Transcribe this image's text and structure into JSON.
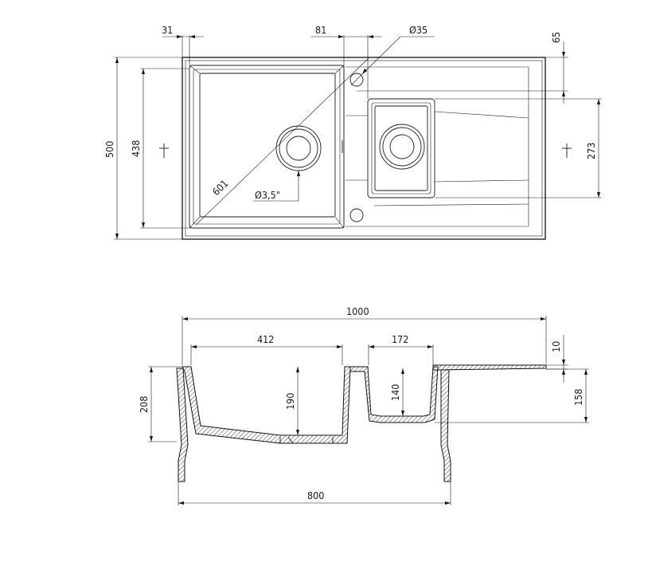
{
  "top_view": {
    "dims": {
      "d31": "31",
      "d81": "81",
      "d35": "Ø35",
      "d65": "65",
      "d500": "500",
      "d438": "438",
      "d601": "601",
      "d35in": "Ø3,5\"",
      "d273": "273"
    }
  },
  "section_view": {
    "dims": {
      "d1000": "1000",
      "d412": "412",
      "d172": "172",
      "d10": "10",
      "d208": "208",
      "d190": "190",
      "d140": "140",
      "d158": "158",
      "d800": "800"
    }
  },
  "colors": {
    "line": "#1a1a1a",
    "background": "#ffffff"
  }
}
